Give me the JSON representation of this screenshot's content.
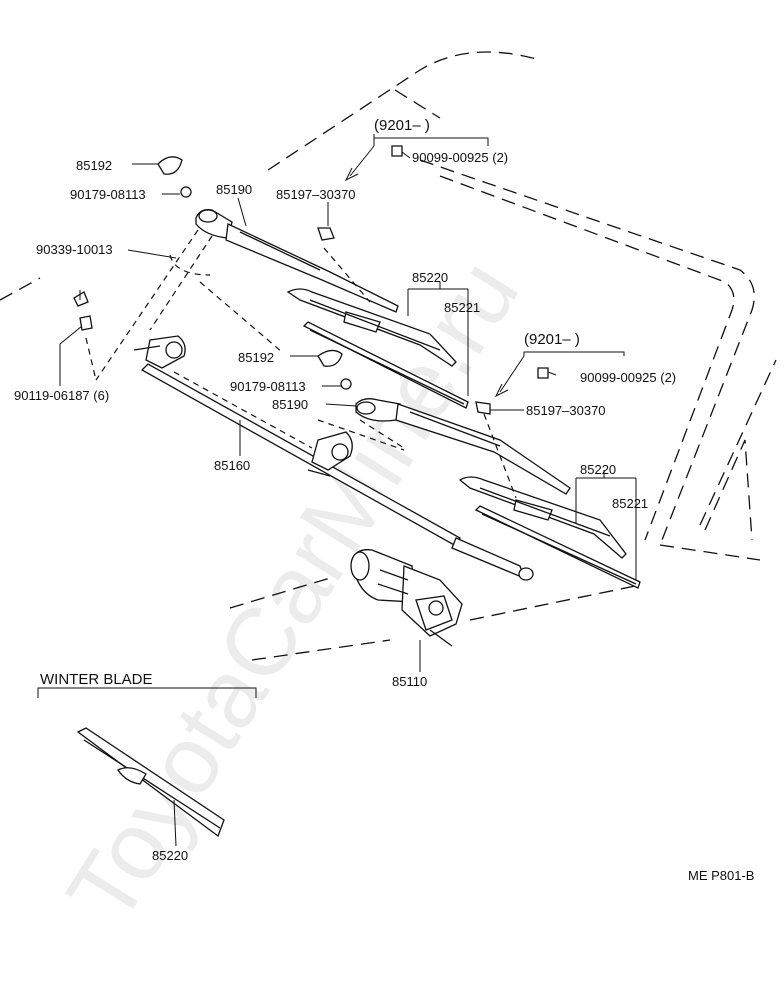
{
  "watermark": "ToyotaCarMine.ru",
  "diagram_code": "ME P801-B",
  "winter_blade_heading": "WINTER BLADE",
  "groups": {
    "top": "(9201–      )",
    "right": "(9201–      )"
  },
  "labels": {
    "l85192_a": "85192",
    "l90179_a": "90179-08113",
    "l85190_a": "85190",
    "l85197_a": "85197–30370",
    "l90099_a": "90099-00925 (2)",
    "l90339": "90339-10013",
    "l85220_a": "85220",
    "l85221_a": "85221",
    "l90119": "90119-06187 (6)",
    "l85192_b": "85192",
    "l90179_b": "90179-08113",
    "l85190_b": "85190",
    "l90099_b": "90099-00925 (2)",
    "l85197_b": "85197–30370",
    "l85160": "85160",
    "l85220_b": "85220",
    "l85221_b": "85221",
    "l85110": "85110",
    "l85220_c": "85220"
  }
}
